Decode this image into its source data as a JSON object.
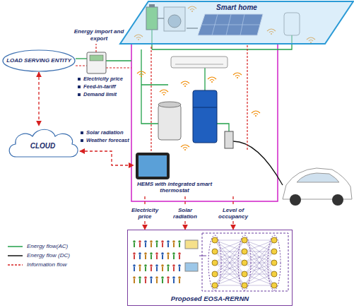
{
  "diagram": {
    "nodes": [
      {
        "text": [
          "Smart home"
        ]
      },
      {
        "text": [
          "LOAD SERVING ENTITY"
        ]
      },
      {
        "text": [
          "CLOUD"
        ]
      },
      {
        "text": [
          "HEMS with integrated smart thermostat"
        ]
      },
      {
        "text": [
          "Proposed EOSA-RERNN"
        ]
      }
    ],
    "edges": [
      {
        "from": 1,
        "to": 2,
        "arrow": "both"
      },
      {
        "from": 2,
        "to": 3,
        "arrow": "both"
      },
      {
        "from": 3,
        "to": 4,
        "label": "Electricity price",
        "arrow": "to"
      },
      {
        "from": 3,
        "to": 4,
        "label": "Solar radiation",
        "arrow": "to"
      },
      {
        "from": 3,
        "to": 4,
        "label": "Level of occupancy",
        "arrow": "to"
      }
    ],
    "labels": [
      "Energy import and export",
      "Electricity price",
      "Feed-in-tariff",
      "Demand limit",
      "Solar radiation",
      "Weather forecast"
    ],
    "legend": [
      {
        "text": "Energy flow(AC)"
      },
      {
        "text": "Energy flow (DC)"
      },
      {
        "text": "Information flow"
      }
    ]
  }
}
